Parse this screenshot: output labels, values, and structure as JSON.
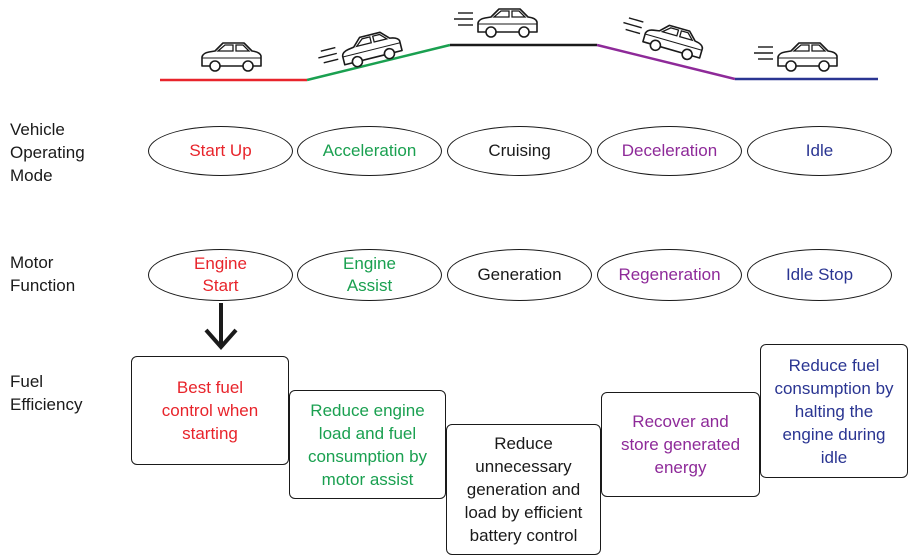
{
  "colors": {
    "red": "#e8242b",
    "green": "#1aa050",
    "black": "#1a1a1a",
    "purple": "#8e2a99",
    "blue": "#2a3592"
  },
  "row_labels": {
    "mode": "Vehicle\nOperating\nMode",
    "motor": "Motor\nFunction",
    "fuel": "Fuel\nEfficiency"
  },
  "modes": [
    {
      "label": "Start Up",
      "color": "red"
    },
    {
      "label": "Acceleration",
      "color": "green"
    },
    {
      "label": "Cruising",
      "color": "black"
    },
    {
      "label": "Deceleration",
      "color": "purple"
    },
    {
      "label": "Idle",
      "color": "blue"
    }
  ],
  "motor_functions": [
    {
      "label": "Engine\nStart",
      "color": "red"
    },
    {
      "label": "Engine\nAssist",
      "color": "green"
    },
    {
      "label": "Generation",
      "color": "black"
    },
    {
      "label": "Regeneration",
      "color": "purple"
    },
    {
      "label": "Idle Stop",
      "color": "blue"
    }
  ],
  "fuel_efficiency": [
    {
      "label": "Best fuel\ncontrol when\nstarting",
      "color": "red"
    },
    {
      "label": "Reduce engine\nload and fuel\nconsumption by\nmotor assist",
      "color": "green"
    },
    {
      "label": "Reduce\nunnecessary\ngeneration and\nload by efficient\nbattery control",
      "color": "black"
    },
    {
      "label": "Recover and\nstore generated\nenergy",
      "color": "purple"
    },
    {
      "label": "Reduce fuel\nconsumption by\nhalting the\nengine during\nidle",
      "color": "blue"
    }
  ],
  "cars": [
    {
      "mode": "Start Up",
      "motion_lines": false,
      "tilt": "level"
    },
    {
      "mode": "Acceleration",
      "motion_lines": true,
      "tilt": "uphill"
    },
    {
      "mode": "Cruising",
      "motion_lines": true,
      "tilt": "level"
    },
    {
      "mode": "Deceleration",
      "motion_lines": true,
      "tilt": "downhill"
    },
    {
      "mode": "Idle",
      "motion_lines": true,
      "tilt": "level"
    }
  ]
}
